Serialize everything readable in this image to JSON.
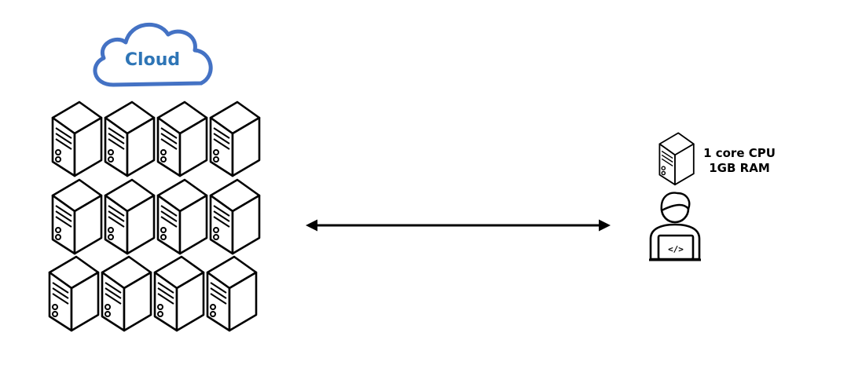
{
  "cloud": {
    "label": "Cloud",
    "icon": "cloud-icon",
    "color": "#4472C4",
    "label_color": "#2E75B6",
    "server_icon": "server-icon",
    "servers_per_row": 4,
    "server_rows": 3
  },
  "connection": {
    "icon": "double-arrow-icon",
    "color": "#000000"
  },
  "local": {
    "server_icon": "server-icon",
    "spec_lines": [
      "1 core CPU",
      "1GB RAM"
    ],
    "user_icon": "developer-laptop-icon",
    "laptop_glyph": "</>"
  }
}
